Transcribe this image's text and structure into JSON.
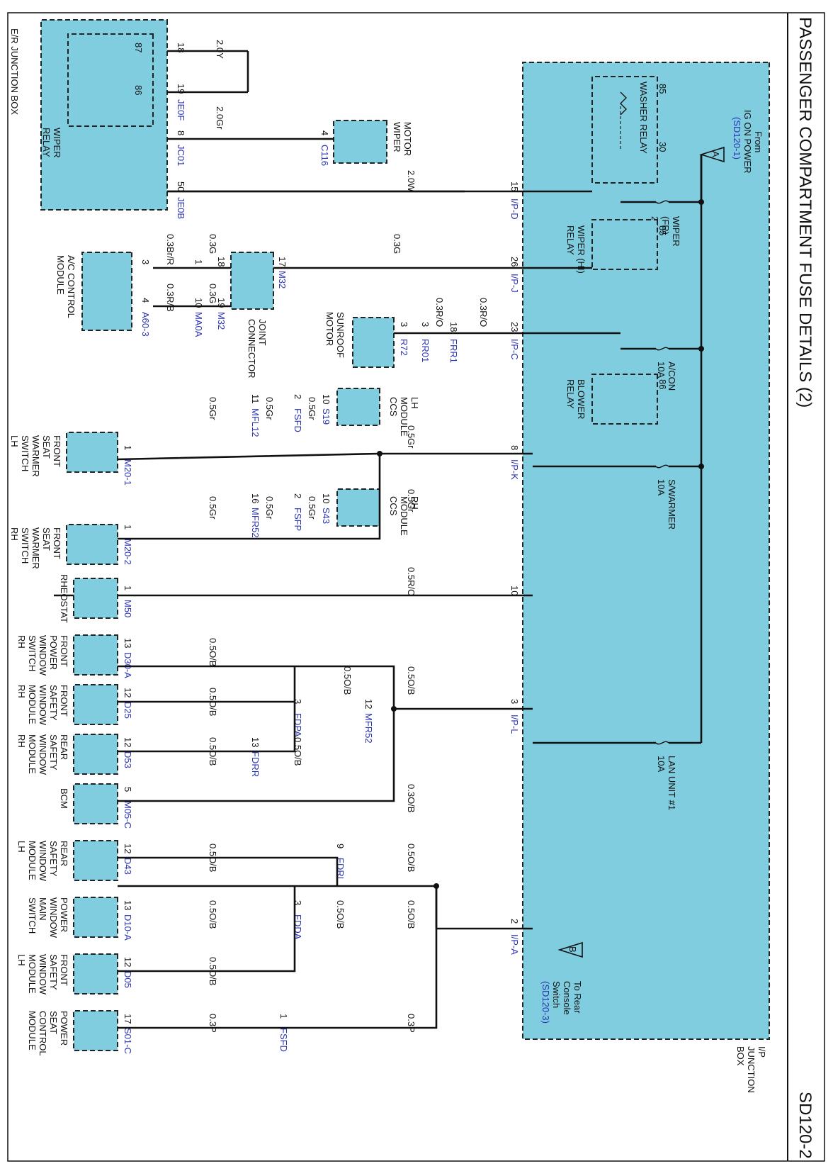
{
  "header": {
    "title": "PASSENGER COMPARTMENT FUSE DETAILS (2)",
    "code": "SD120-2"
  },
  "ip_junction_box": {
    "label_1": "I/P",
    "label_2": "JUNCTION",
    "label_3": "BOX"
  },
  "er_junction_box": {
    "label": "E/R JUNCTION BOX",
    "relay_1": "WIPER",
    "relay_2": "RELAY",
    "pin_87": "87",
    "pin_86": "86"
  },
  "ref_a": {
    "letter": "A",
    "line_1": "From",
    "line_2": "IG ON POWER",
    "line_3": "(SD120-1)"
  },
  "ref_b": {
    "letter": "B",
    "line_1": "To Rear",
    "line_2": "Console",
    "line_3": "Switch",
    "line_4": "(SD120-3)"
  },
  "fuses": {
    "wiper": {
      "line_1": "WIPER",
      "line_2": "(FR)",
      "line_3": "25A"
    },
    "acon": {
      "line_1": "A/CON",
      "line_2": "10A"
    },
    "swarmer": {
      "line_1": "S/WARMER",
      "line_2": "10A"
    },
    "lan": {
      "line_1": "LAN UNIT #1",
      "line_2": "10A"
    }
  },
  "relays": {
    "washer": {
      "label": "WASHER RELAY",
      "pin_a": "85",
      "pin_b": "30"
    },
    "wiper_hi": {
      "line_1": "WIPER (HI)",
      "line_2": "RELAY",
      "pin": "85"
    },
    "blower": {
      "line_1": "BLOWER",
      "line_2": "RELAY",
      "pin": "86"
    }
  },
  "connectors": {
    "ip_d": "I/P-D",
    "ip_j": "I/P-J",
    "ip_c": "I/P-C",
    "ip_k": "I/P-K",
    "ip_l": "I/P-L",
    "ip_a": "I/P-A",
    "je0f": "JE0F",
    "jc01": "JC01",
    "je0b": "JE0B",
    "c116": "C116",
    "m32_top": "M32",
    "m32_bot": "M32",
    "ma0a": "MA0A",
    "a60_3": "A60-3",
    "frr1": "FRR1",
    "rr01": "RR01",
    "r72": "R72",
    "s19": "S19",
    "fsfd_1": "FSFD",
    "mfl12": "MFL12",
    "m20_1": "M20-1",
    "s43": "S43",
    "fsfp": "FSFP",
    "mfr52_1": "MFR52",
    "m20_2": "M20-2",
    "m50": "M50",
    "d30_a": "D30-A",
    "d25": "D25",
    "d53": "D53",
    "fdpa": "FDPA",
    "fdrr": "FDRR",
    "mfr52_2": "MFR52",
    "m05_c": "M05-C",
    "d43": "D43",
    "fdrl": "FDRL",
    "d10_a": "D10-A",
    "fdda": "FDDA",
    "d05": "D05",
    "s01_c": "S01-C",
    "fsfd_2": "FSFD"
  },
  "pins": {
    "p18": "18",
    "p19": "19",
    "p8": "8",
    "p50": "50",
    "p4": "4",
    "p15": "15",
    "p26": "26",
    "p17": "17",
    "p18b": "18",
    "p19b": "19",
    "p1": "1",
    "p10": "10",
    "p3": "3",
    "p4b": "4",
    "p23": "23",
    "p18c": "18",
    "p3b": "3",
    "p3c": "3",
    "p8b": "8",
    "p10b": "10",
    "p2": "2",
    "p11": "11",
    "p1b": "1",
    "p10c": "10",
    "p2b": "2",
    "p16": "16",
    "p1c": "1",
    "p10d": "10",
    "p1d": "1",
    "p3d": "3",
    "p12": "12",
    "p3e": "3",
    "p13": "13",
    "p12b": "12",
    "p13b": "13",
    "p12c": "12",
    "p5": "5",
    "p2c": "2",
    "p9": "9",
    "p12d": "12",
    "p3f": "3",
    "p13c": "13",
    "p12e": "12",
    "p1e": "1",
    "p17b": "17"
  },
  "wires": {
    "w_20y": "2.0Y",
    "w_20gr": "2.0Gr",
    "w_20w": "2.0W",
    "w_03g_a": "0.3G",
    "w_03g_b": "0.3G",
    "w_03g_c": "0.3G",
    "w_03brr": "0.3Br/R",
    "w_03rb": "0.3R/B",
    "w_03ro_a": "0.3R/O",
    "w_03ro_b": "0.3R/O",
    "w_05gr_a": "0.5Gr",
    "w_05gr_b": "0.5Gr",
    "w_05gr_c": "0.5Gr",
    "w_05gr_d": "0.5Gr",
    "w_05gr_e": "0.5Gr",
    "w_05gr_f": "0.5Gr",
    "w_05gr_g": "0.5Gr",
    "w_05gr_h": "0.5Gr",
    "w_05ro": "0.5R/O",
    "w_05ob_a": "0.5O/B",
    "w_05ob_b": "0.5O/B",
    "w_05ob_c": "0.5O/B",
    "w_05ob_d": "0.5O/B",
    "w_05ob_e": "0.5O/B",
    "w_05ob_f": "0.5O/B",
    "w_03ob": "0.3O/B",
    "w_05ob_g": "0.5O/B",
    "w_05ob_h": "0.5O/B",
    "w_05ob_i": "0.5O/B",
    "w_05ob_j": "0.5O/B",
    "w_05ob_k": "0.5O/B",
    "w_05ob_l": "0.5O/B",
    "w_03p_a": "0.3P",
    "w_03p_b": "0.3P"
  },
  "components": {
    "wiper_motor": {
      "line_1": "WIPER",
      "line_2": "MOTOR"
    },
    "joint_connector": {
      "line_1": "JOINT",
      "line_2": "CONNECTOR"
    },
    "ac_control": {
      "line_1": "A/C CONTROL",
      "line_2": "MODULE"
    },
    "sunroof_motor": {
      "line_1": "SUNROOF",
      "line_2": "MOTOR"
    },
    "ccs_lh": {
      "line_1": "CCS",
      "line_2": "MODULE",
      "line_3": "LH"
    },
    "ccs_rh": {
      "line_1": "CCS",
      "line_2": "MODULE",
      "line_3": "RH"
    },
    "seat_warmer_lh": {
      "line_1": "FRONT",
      "line_2": "SEAT",
      "line_3": "WARMER",
      "line_4": "SWITCH",
      "line_5": "LH"
    },
    "seat_warmer_rh": {
      "line_1": "FRONT",
      "line_2": "SEAT",
      "line_3": "WARMER",
      "line_4": "SWITCH",
      "line_5": "RH"
    },
    "rheostat": {
      "line_1": "RHEOSTAT"
    },
    "pw_switch_rh": {
      "line_1": "FRONT",
      "line_2": "POWER",
      "line_3": "WINDOW",
      "line_4": "SWITCH",
      "line_5": "RH"
    },
    "fsw_rh": {
      "line_1": "FRONT",
      "line_2": "SAFETY",
      "line_3": "WINDOW",
      "line_4": "MODULE",
      "line_5": "RH"
    },
    "rsw_rh": {
      "line_1": "REAR",
      "line_2": "SAFETY",
      "line_3": "WINDOW",
      "line_4": "MODULE",
      "line_5": "RH"
    },
    "bcm": {
      "line_1": "BCM"
    },
    "rsw_lh": {
      "line_1": "REAR",
      "line_2": "SAFETY",
      "line_3": "WINDOW",
      "line_4": "MODULE",
      "line_5": "LH"
    },
    "pw_main": {
      "line_1": "POWER",
      "line_2": "WINDOW",
      "line_3": "MAIN",
      "line_4": "SWITCH"
    },
    "fsw_lh": {
      "line_1": "FRONT",
      "line_2": "SAFETY",
      "line_3": "WINDOW",
      "line_4": "MODULE",
      "line_5": "LH"
    },
    "power_seat": {
      "line_1": "POWER",
      "line_2": "SEAT",
      "line_3": "CONTROL",
      "line_4": "MODULE"
    }
  },
  "colors": {
    "module_fill": "#80cde0",
    "connector_text": "#2832b4",
    "wire": "#111111"
  }
}
